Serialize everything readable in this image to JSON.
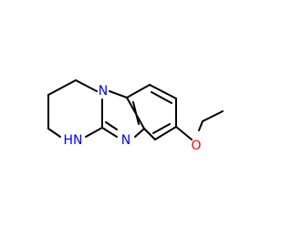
{
  "molecule": {
    "atoms": {
      "nh": {
        "label": "HN",
        "color": "#0000ff"
      },
      "n_imine": {
        "label": "N",
        "color": "#0000ff"
      },
      "n_bridge": {
        "label": "N",
        "color": "#0000ff"
      },
      "o_ether": {
        "label": "O",
        "color": "#ff0000"
      }
    },
    "colors": {
      "bond": "#000000",
      "nitrogen": "#0000ff",
      "oxygen": "#ff0000"
    }
  }
}
